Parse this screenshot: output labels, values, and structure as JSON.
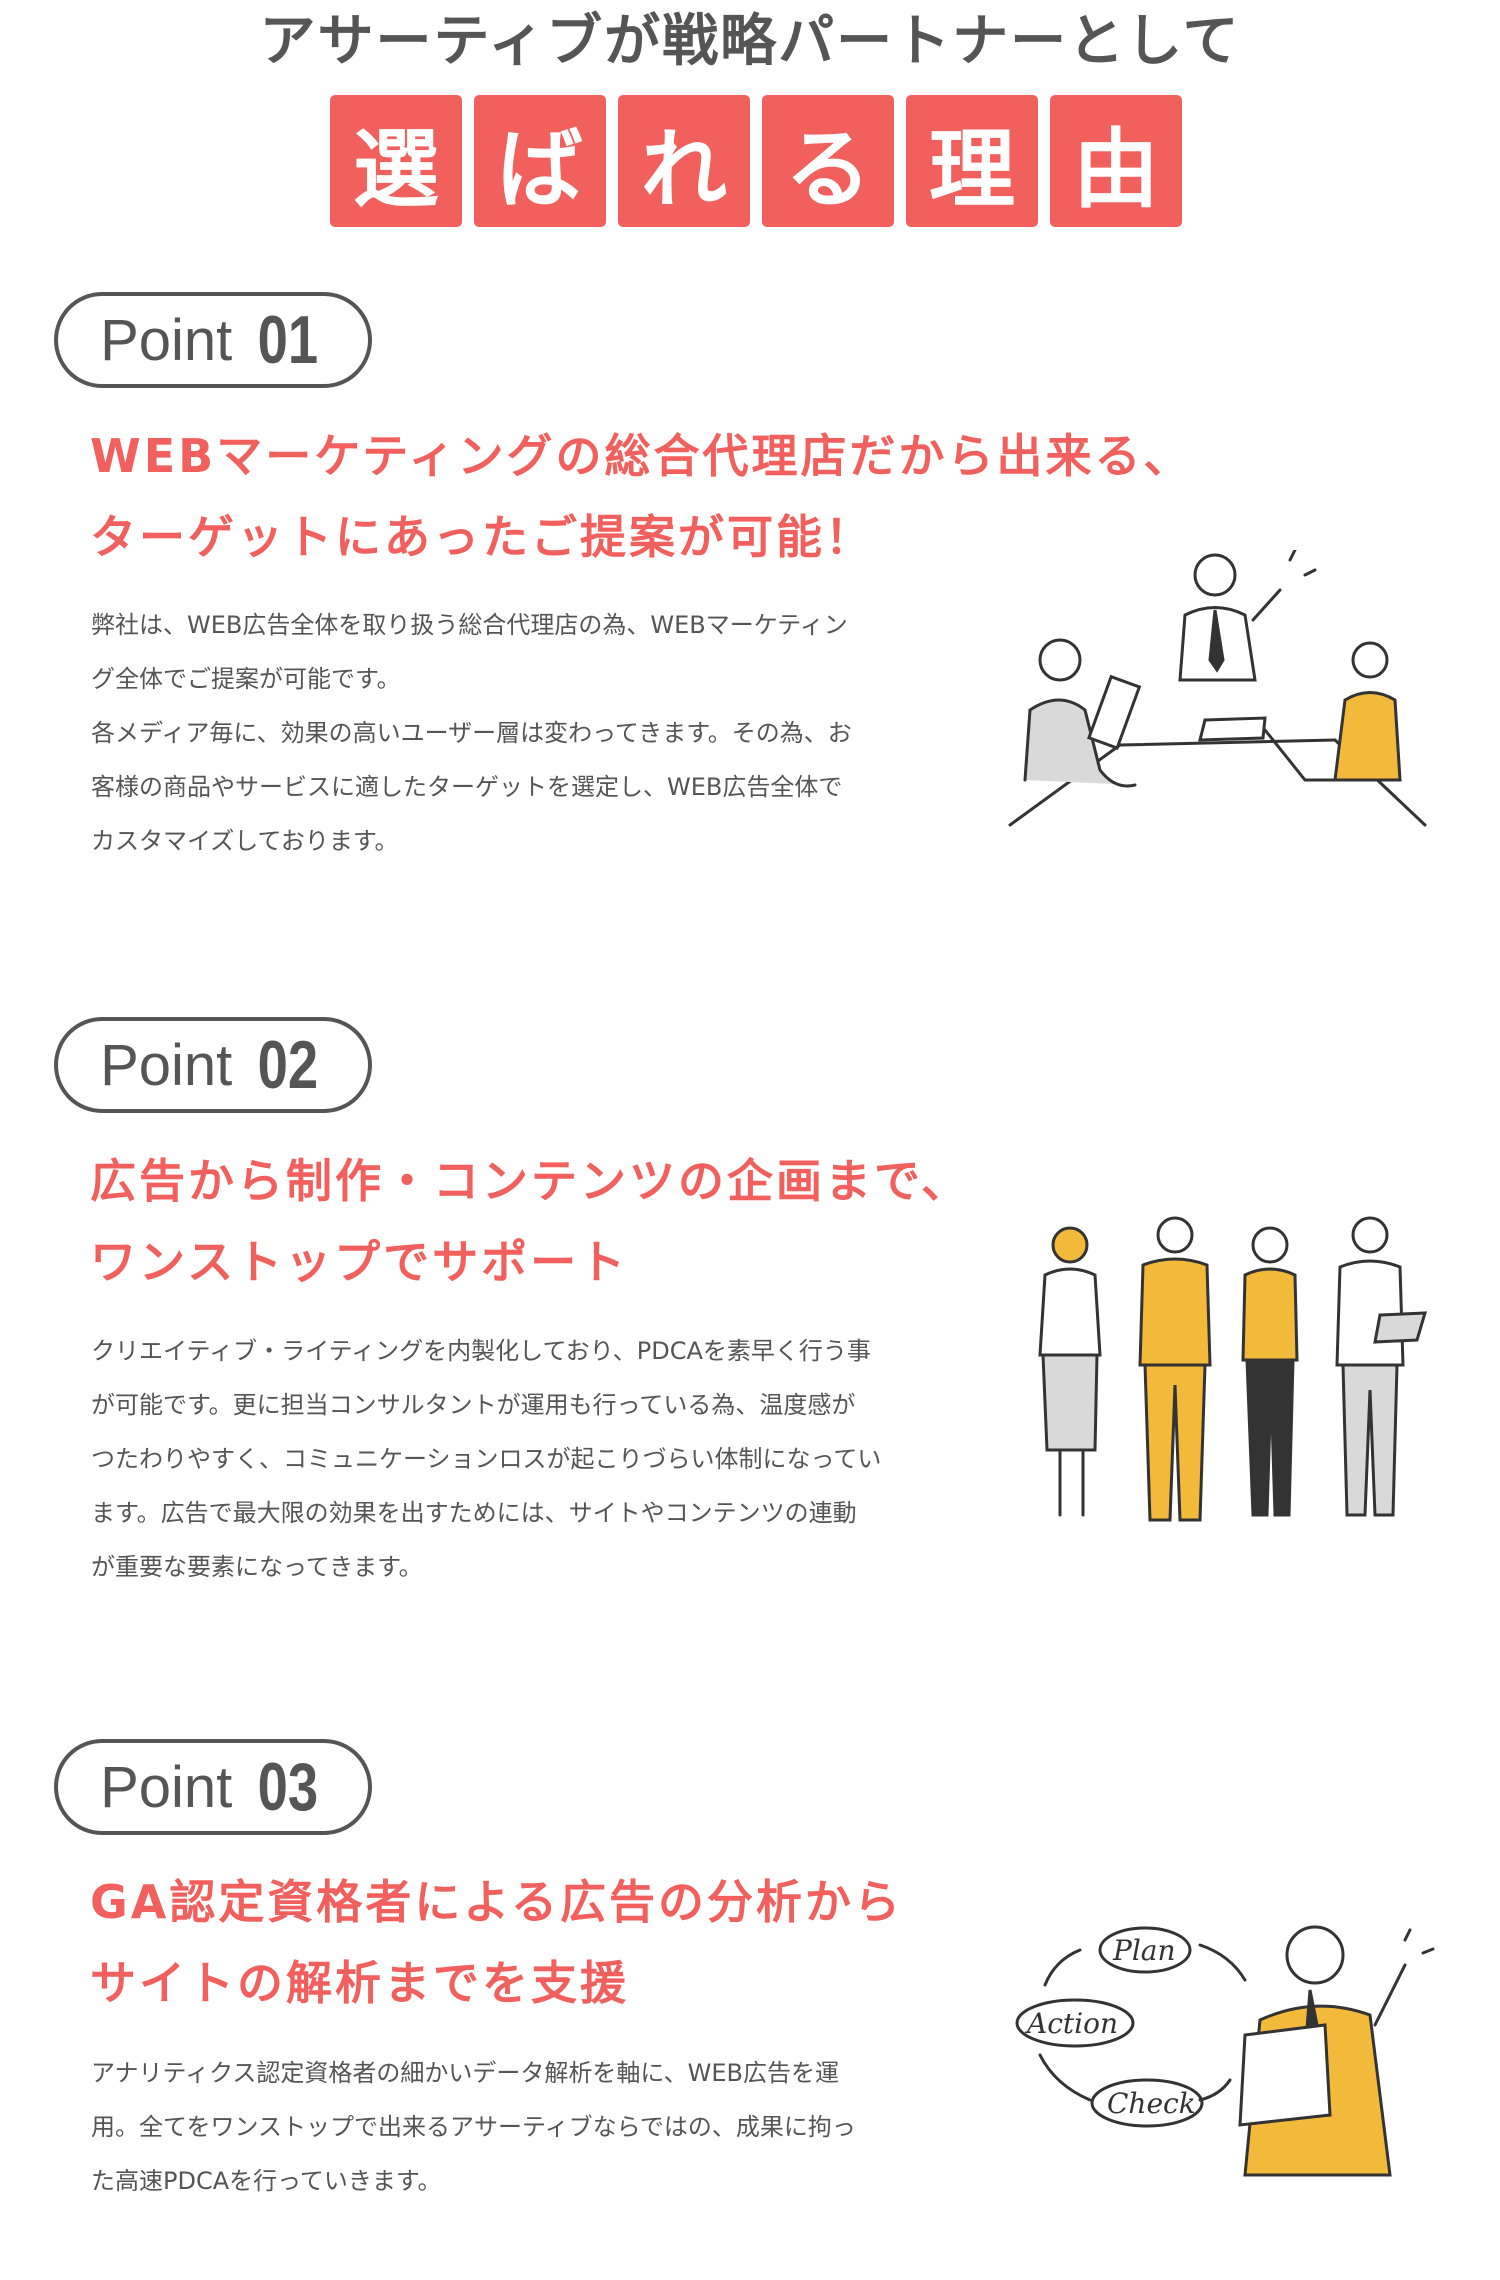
{
  "header": {
    "subtitle": "アサーティブが戦略パートナーとして",
    "title_chars": [
      "選",
      "ば",
      "れ",
      "る",
      "理",
      "由"
    ]
  },
  "colors": {
    "accent": "#f2605d",
    "text": "#555555",
    "illustration_yellow": "#f2b93b"
  },
  "points": [
    {
      "label": "Point",
      "number": "01",
      "heading": [
        "WEBマーケティングの総合代理店だから出来る、",
        "ターゲットにあったご提案が可能！"
      ],
      "body": [
        "弊社は、WEB広告全体を取り扱う総合代理店の為、WEBマーケティン",
        "グ全体でご提案が可能です。",
        "各メディア毎に、効果の高いユーザー層は変わってきます。その為、お",
        "客様の商品やサービスに適したターゲットを選定し、WEB広告全体で",
        "カスタマイズしております。"
      ]
    },
    {
      "label": "Point",
      "number": "02",
      "heading": [
        "広告から制作・コンテンツの企画まで、",
        "ワンストップでサポート"
      ],
      "body": [
        "クリエイティブ・ライティングを内製化しており、PDCAを素早く行う事",
        "が可能です。更に担当コンサルタントが運用も行っている為、温度感が",
        "つたわりやすく、コミュニケーションロスが起こりづらい体制になってい",
        "ます。広告で最大限の効果を出すためには、サイトやコンテンツの連動",
        "が重要な要素になってきます。"
      ]
    },
    {
      "label": "Point",
      "number": "03",
      "heading": [
        "GA認定資格者による広告の分析から",
        "サイトの解析までを支援"
      ],
      "body": [
        "アナリティクス認定資格者の細かいデータ解析を軸に、WEB広告を運",
        "用。全てをワンストップで出来るアサーティブならではの、成果に拘っ",
        "た高速PDCAを行っていきます。"
      ],
      "cycle_labels": {
        "plan": "Plan",
        "action": "Action",
        "check": "Check"
      }
    }
  ]
}
